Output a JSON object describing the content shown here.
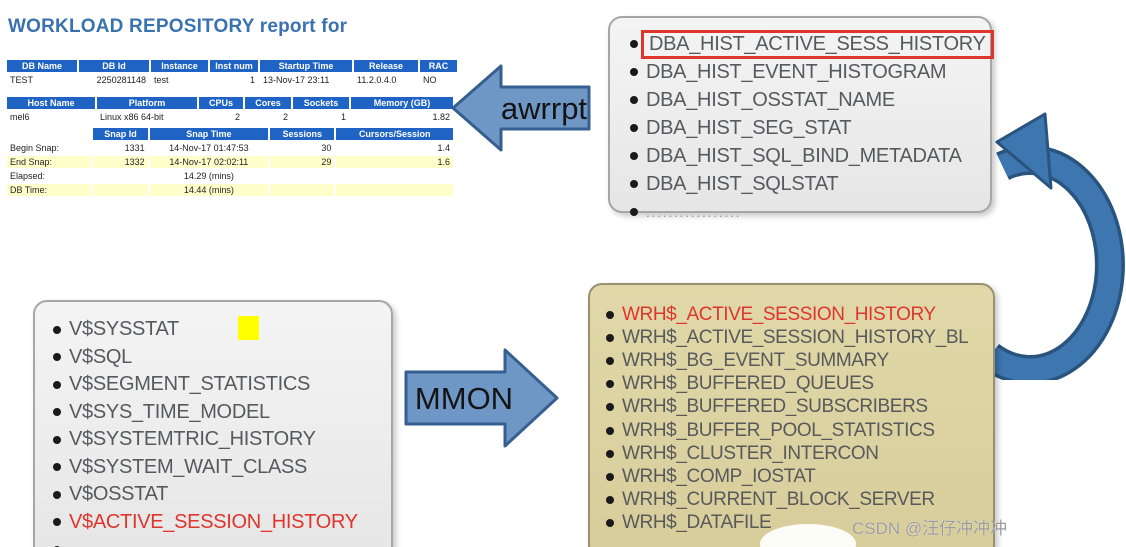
{
  "report": {
    "title": "WORKLOAD REPOSITORY report for",
    "db_table": {
      "headers": [
        "DB Name",
        "DB Id",
        "Instance",
        "Inst num",
        "Startup Time",
        "Release",
        "RAC"
      ],
      "row": [
        "TEST",
        "2250281148",
        "test",
        "1",
        "13-Nov-17 23:11",
        "11.2.0.4.0",
        "NO"
      ]
    },
    "host_table": {
      "headers": [
        "Host Name",
        "Platform",
        "CPUs",
        "Cores",
        "Sockets",
        "Memory (GB)"
      ],
      "row": [
        "mel6",
        "Linux x86 64-bit",
        "2",
        "2",
        "1",
        "1.82"
      ]
    },
    "snap_table": {
      "headers": [
        "Snap Id",
        "Snap Time",
        "Sessions",
        "Cursors/Session"
      ],
      "rows": [
        [
          "Begin Snap:",
          "1331",
          "14-Nov-17 01:47:53",
          "30",
          "1.4"
        ],
        [
          "End Snap:",
          "1332",
          "14-Nov-17 02:02:11",
          "29",
          "1.6"
        ],
        [
          "Elapsed:",
          "",
          "14.29 (mins)",
          "",
          ""
        ],
        [
          "DB Time:",
          "",
          "14.44 (mins)",
          "",
          ""
        ]
      ]
    }
  },
  "arrows": {
    "awrrpt": "awrrpt",
    "mmon": "MMON"
  },
  "dba_hist_box": {
    "items": [
      "DBA_HIST_ACTIVE_SESS_HISTORY",
      "DBA_HIST_EVENT_HISTOGRAM",
      "DBA_HIST_OSSTAT_NAME",
      "DBA_HIST_SEG_STAT",
      "DBA_HIST_SQL_BIND_METADATA",
      "DBA_HIST_SQLSTAT",
      "................."
    ]
  },
  "v_views_box": {
    "items": [
      "V$SYSSTAT",
      "V$SQL",
      "V$SEGMENT_STATISTICS",
      "V$SYS_TIME_MODEL",
      "V$SYSTEMTRIC_HISTORY",
      "V$SYSTEM_WAIT_CLASS",
      "V$OSSTAT",
      "V$ACTIVE_SESSION_HISTORY",
      "................."
    ]
  },
  "wrh_box": {
    "items": [
      "WRH$_ACTIVE_SESSION_HISTORY",
      "WRH$_ACTIVE_SESSION_HISTORY_BL",
      "WRH$_BG_EVENT_SUMMARY",
      "WRH$_BUFFERED_QUEUES",
      "WRH$_BUFFERED_SUBSCRIBERS",
      "WRH$_BUFFER_POOL_STATISTICS",
      "WRH$_CLUSTER_INTERCON",
      "WRH$_COMP_IOSTAT",
      "WRH$_CURRENT_BLOCK_SERVER",
      "WRH$_DATAFILE"
    ]
  },
  "watermark": "CSDN @汪仔冲冲冲",
  "colors": {
    "title_blue": "#3a72b0",
    "table_header_blue": "#1f63c5",
    "row_highlight_yellow": "#ffffcc",
    "arrow_fill": "#6e97c6",
    "arrow_border": "#365f91",
    "curved_arrow_fill": "#3e76b0",
    "curved_arrow_border": "#28547f",
    "red_text": "#de352c",
    "gray_box_fill": "#ebebeb",
    "tan_box_fill": "#dbd2a2",
    "highlight_square_yellow": "#ffff00"
  }
}
